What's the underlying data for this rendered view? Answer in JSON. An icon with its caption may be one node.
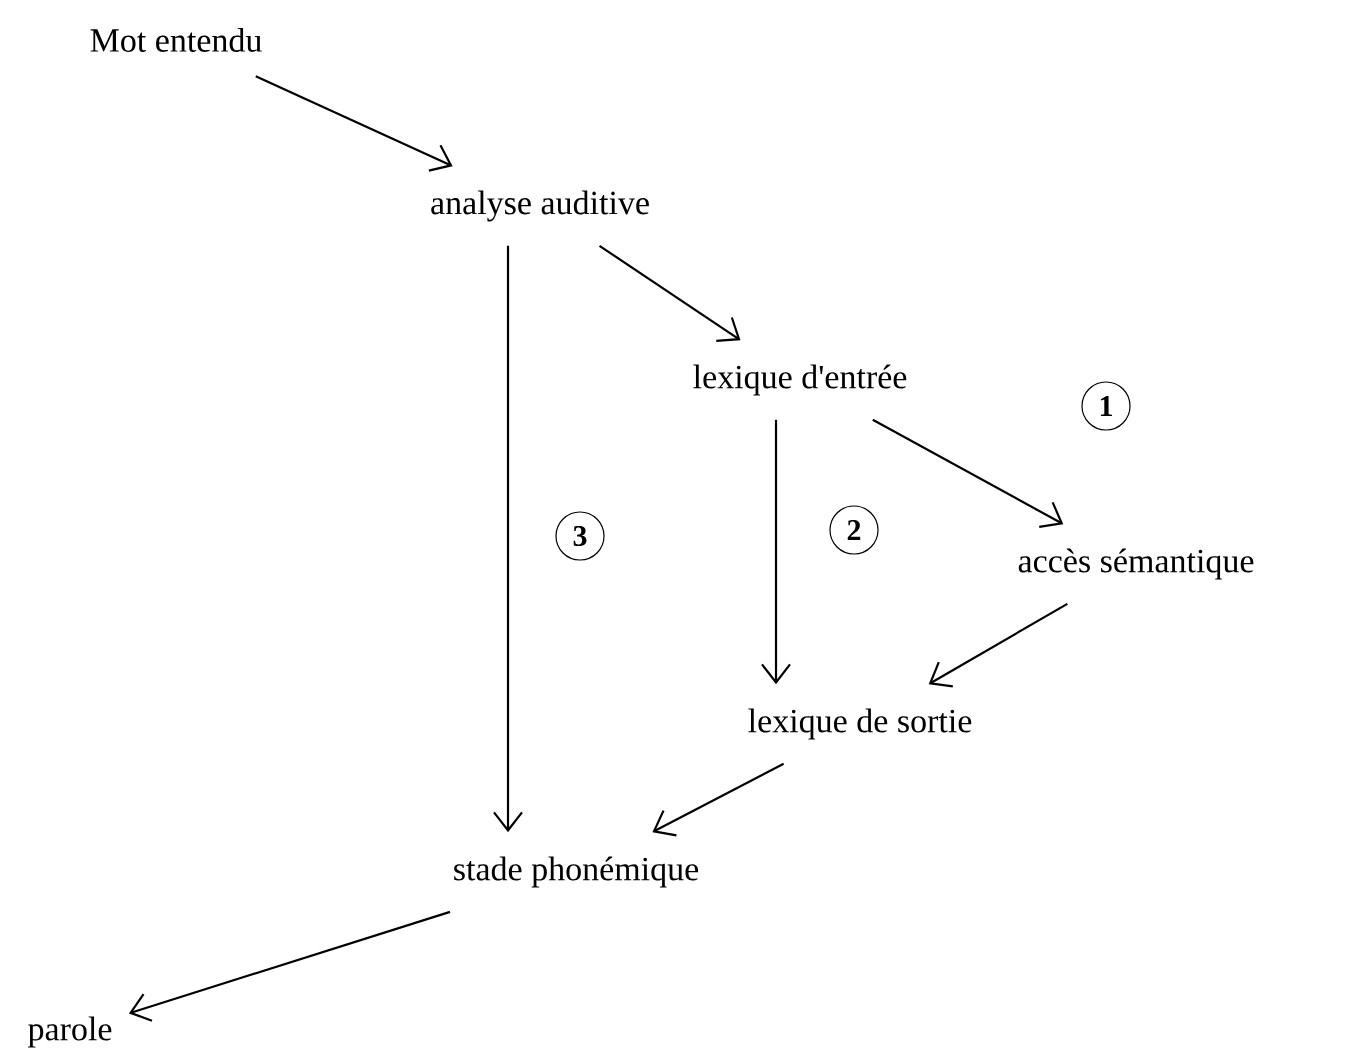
{
  "diagram": {
    "nodes": [
      {
        "text": [
          "Mot entendu"
        ]
      },
      {
        "text": [
          "analyse auditive"
        ]
      },
      {
        "text": [
          "lexique d'entrée"
        ]
      },
      {
        "text": [
          "accès sémantique"
        ]
      },
      {
        "text": [
          "lexique de sortie"
        ]
      },
      {
        "text": [
          "stade phonémique"
        ]
      },
      {
        "text": [
          "parole"
        ]
      }
    ],
    "edges": [
      {
        "from": 0,
        "to": 1,
        "arrow": "to"
      },
      {
        "from": 1,
        "to": 2,
        "arrow": "to"
      },
      {
        "from": 2,
        "to": 3,
        "arrow": "to"
      },
      {
        "from": 1,
        "to": 5,
        "arrow": "to"
      },
      {
        "from": 2,
        "to": 4,
        "arrow": "to"
      },
      {
        "from": 3,
        "to": 4,
        "arrow": "to"
      },
      {
        "from": 4,
        "to": 5,
        "arrow": "to"
      },
      {
        "from": 5,
        "to": 6,
        "arrow": "to"
      }
    ],
    "labels": [
      "1",
      "2",
      "3"
    ]
  }
}
